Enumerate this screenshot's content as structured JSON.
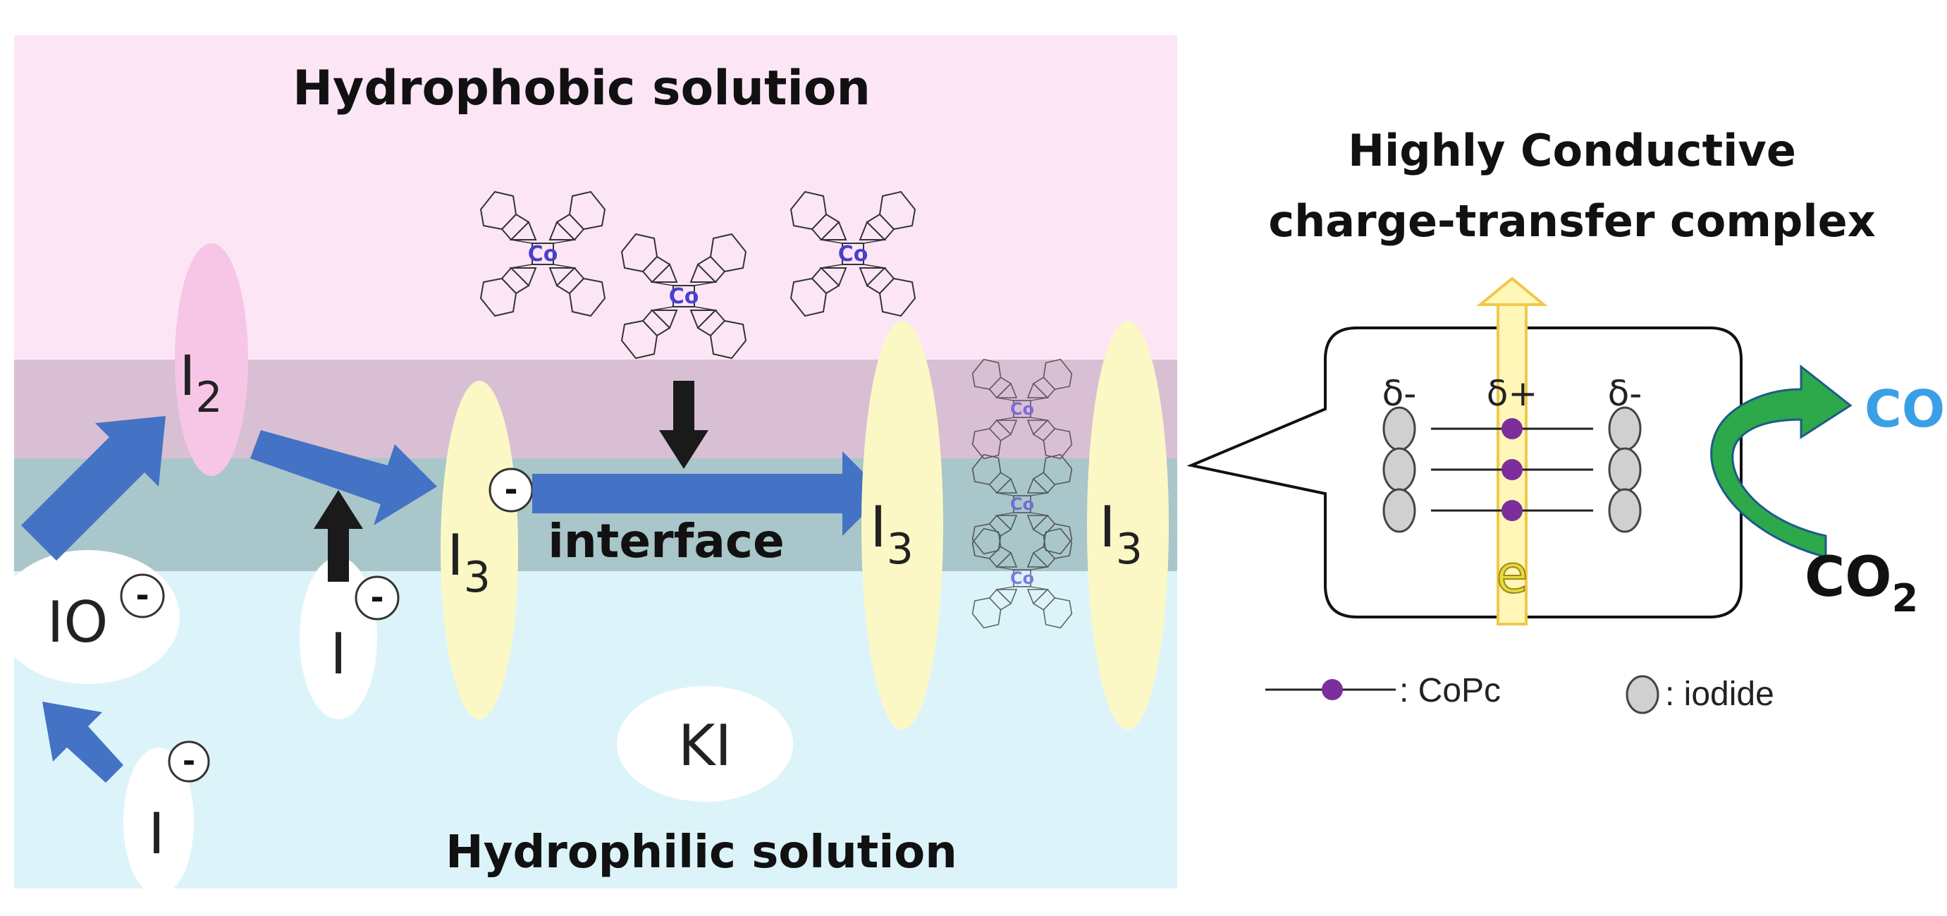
{
  "regions": {
    "top_label": "Hydrophobic solution",
    "bottom_label": "Hydrophilic solution",
    "interface_label": "interface",
    "colors": {
      "hydrophobic": "#fce6f6",
      "interface_upper": "#d9bfd4",
      "interface_lower": "#a9c6ca",
      "hydrophilic": "#dcf4f9"
    }
  },
  "species": {
    "i2": {
      "base": "I",
      "sub": "2"
    },
    "i3_left": {
      "base": "I",
      "sub": "3",
      "charge": "-"
    },
    "i3_mid": {
      "base": "I",
      "sub": "3"
    },
    "i3_right": {
      "base": "I",
      "sub": "3"
    },
    "io_minus": {
      "base": "IO",
      "charge": "-"
    },
    "i_minus_mid": {
      "base": "I",
      "charge": "-"
    },
    "i_minus_bottom": {
      "base": "I",
      "charge": "-"
    },
    "ki": "KI",
    "co_atom": "Co"
  },
  "complex": {
    "title_line1": "Highly Conductive",
    "title_line2": "charge-transfer complex",
    "delta_left": "δ-",
    "delta_mid": "δ+",
    "delta_right": "δ-",
    "electron": "e",
    "product": "CO",
    "reactant_base": "CO",
    "reactant_sub": "2"
  },
  "legend": {
    "copc": ": CoPc",
    "iodide": ": iodide"
  },
  "colors": {
    "arrow_blue": "#4472c4",
    "arrow_dark": "#1a1a1a",
    "i2_pink": "#f7c6e6",
    "iodide_yellow": "#fcf8c6",
    "copc_purple": "#7d2e9c",
    "co_blue": "#3aa0e6",
    "co_arrow_green": "#2da84a",
    "electron_yellow": "#f5eb4c"
  }
}
